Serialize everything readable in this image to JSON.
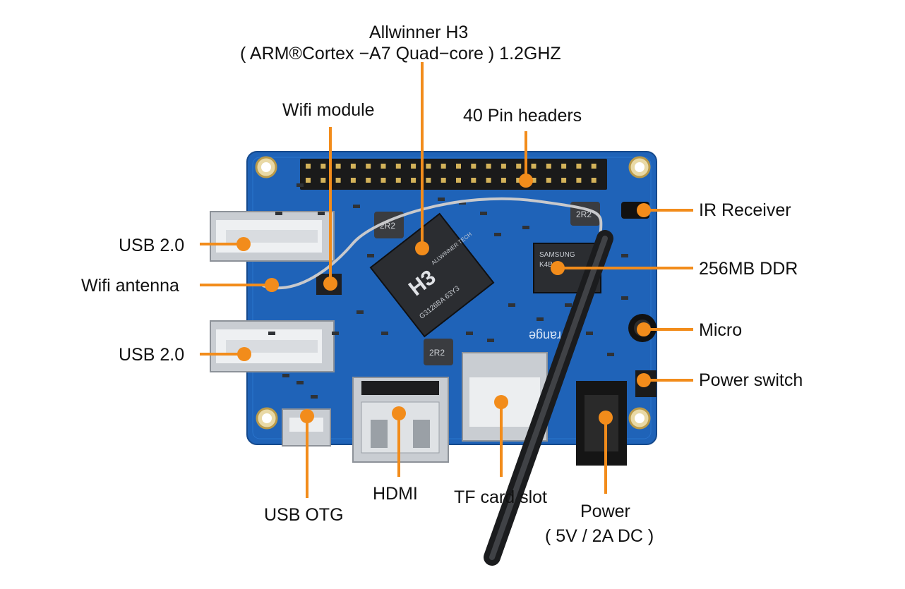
{
  "colors": {
    "background": "#ffffff",
    "pcb": "#1f63b8",
    "pcb_edge": "#e8e0c8",
    "leader": "#f28c1b",
    "metal": "#c9cdd2",
    "chip": "#2b2d31",
    "text": "#111111"
  },
  "labels": {
    "soc_line1": "Allwinner H3",
    "soc_line2": "( ARM®Cortex  −A7 Quad−core ) 1.2GHZ",
    "wifi_module": "Wifi module",
    "pin_headers": "40 Pin headers",
    "ir_receiver": "IR Receiver",
    "usb_top": "USB 2.0",
    "wifi_antenna": "Wifi antenna",
    "ddr": "256MB DDR",
    "micro": "Micro",
    "usb_bottom": "USB 2.0",
    "power_switch": "Power switch",
    "usb_otg": "USB OTG",
    "hdmi": "HDMI",
    "tf_card": "TF card slot",
    "power_line1": "Power",
    "power_line2": "( 5V / 2A DC )"
  },
  "chip_marks": {
    "h3": "H3",
    "allwinner": "ALLWINNER TECH",
    "h3_code": "G3126BA 63Y3",
    "samsung": "SAMSUNG",
    "samsung_code": "K4B",
    "inductor": "2R2",
    "orange": "range"
  }
}
